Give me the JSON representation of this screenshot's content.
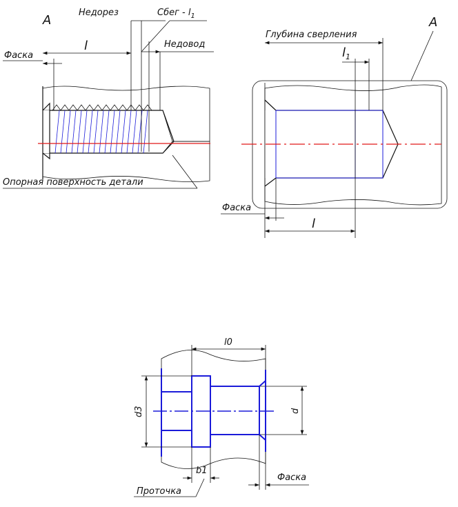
{
  "figure_a_left": {
    "section_label": "A",
    "undercut_label": "Недорез",
    "runout_label": "Сбег - l",
    "runout_sub": "1",
    "underfeed_label": "Недовод",
    "chamfer_label": "Фаска",
    "length_label": "l",
    "support_surface_label": "Опорная поверхность детали"
  },
  "figure_a_right": {
    "drill_depth_label": "Глубина сверления",
    "section_label": "A",
    "l1_label": "l",
    "l1_sub": "1",
    "chamfer_label": "Фаска",
    "length_label": "l"
  },
  "figure_b": {
    "l0_label": "l0",
    "d3_label": "d3",
    "d_label": "d",
    "b1_label": "b1",
    "chamfer_label": "Фаска",
    "groove_label": "Проточка"
  },
  "colors": {
    "outline": "#111111",
    "blue": "#1a1ad9",
    "axis": "#e01818"
  }
}
